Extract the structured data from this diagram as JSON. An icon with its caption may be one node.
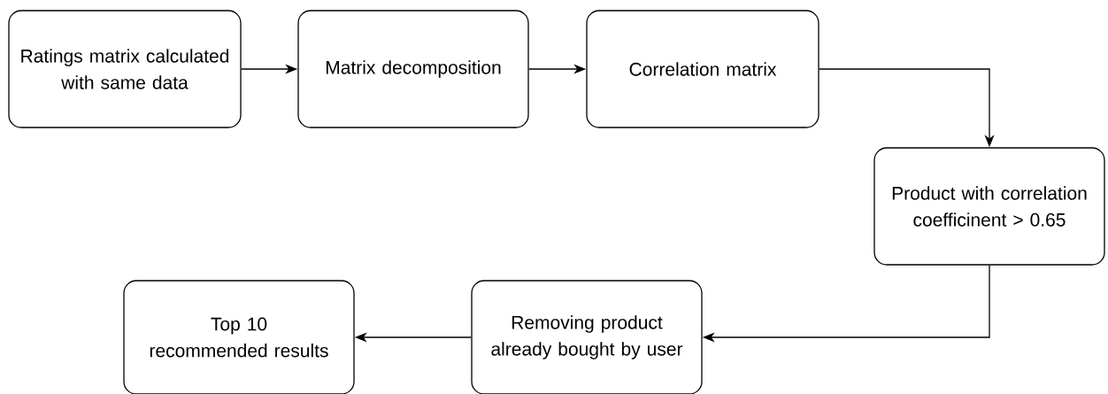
{
  "diagram": {
    "nodes": [
      {
        "text": [
          "Ratings matrix calculated with same data"
        ]
      },
      {
        "text": [
          "Matrix decomposition"
        ]
      },
      {
        "text": [
          "Correlation matrix"
        ]
      },
      {
        "text": [
          "Product with correlation coefficinent > 0.65"
        ]
      },
      {
        "text": [
          "Removing product already bought by user"
        ]
      },
      {
        "text": [
          "Top 10 recommended results"
        ]
      }
    ],
    "edges": [
      {
        "from": 0,
        "to": 1,
        "arrow": "to"
      },
      {
        "from": 1,
        "to": 2,
        "arrow": "to"
      },
      {
        "from": 2,
        "to": 3,
        "arrow": "to"
      },
      {
        "from": 3,
        "to": 4,
        "arrow": "to"
      },
      {
        "from": 4,
        "to": 5,
        "arrow": "to"
      }
    ]
  }
}
